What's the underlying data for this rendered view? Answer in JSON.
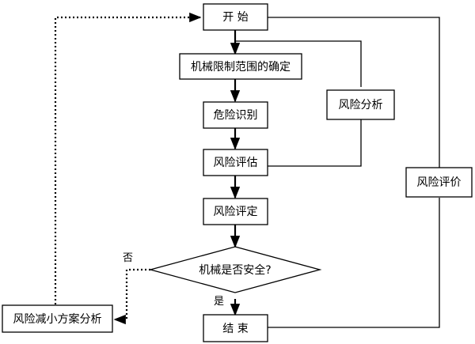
{
  "diagram": {
    "nodes": {
      "start": "开  始",
      "determine_limits": "机械限制范围的确定",
      "hazard_identification": "危险识别",
      "risk_estimation": "风险评估",
      "risk_evaluation": "风险评定",
      "decision": "机械是否安全?",
      "end": "结  束",
      "risk_analysis": "风险分析",
      "risk_assessment": "风险评价",
      "risk_reduction": "风险减小方案分析"
    },
    "edge_labels": {
      "no": "否",
      "yes": "是"
    },
    "colors": {
      "stroke": "#000000",
      "fill": "#ffffff",
      "text": "#000000"
    }
  }
}
